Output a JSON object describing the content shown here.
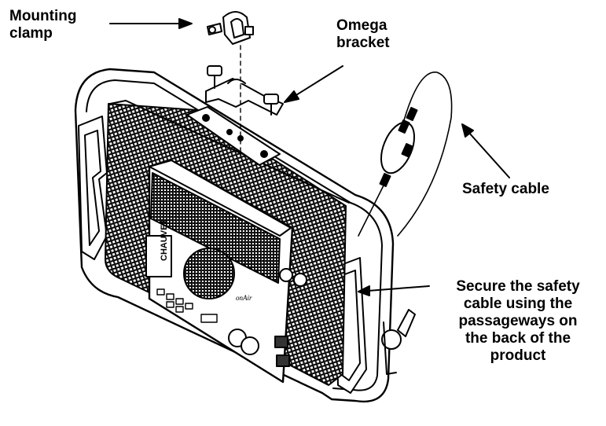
{
  "labels": {
    "mounting_clamp": [
      "Mounting",
      "clamp"
    ],
    "omega_bracket": [
      "Omega",
      "bracket"
    ],
    "safety_cable": [
      "Safety cable"
    ],
    "secure_note": [
      "Secure the safety",
      "cable using the",
      "passageways on",
      "the back of the",
      "product"
    ]
  },
  "product_logo": "CHAUVET",
  "product_model": "onAir",
  "colors": {
    "line": "#000000",
    "background": "#ffffff",
    "fin_fill": "#3a3a3a"
  }
}
